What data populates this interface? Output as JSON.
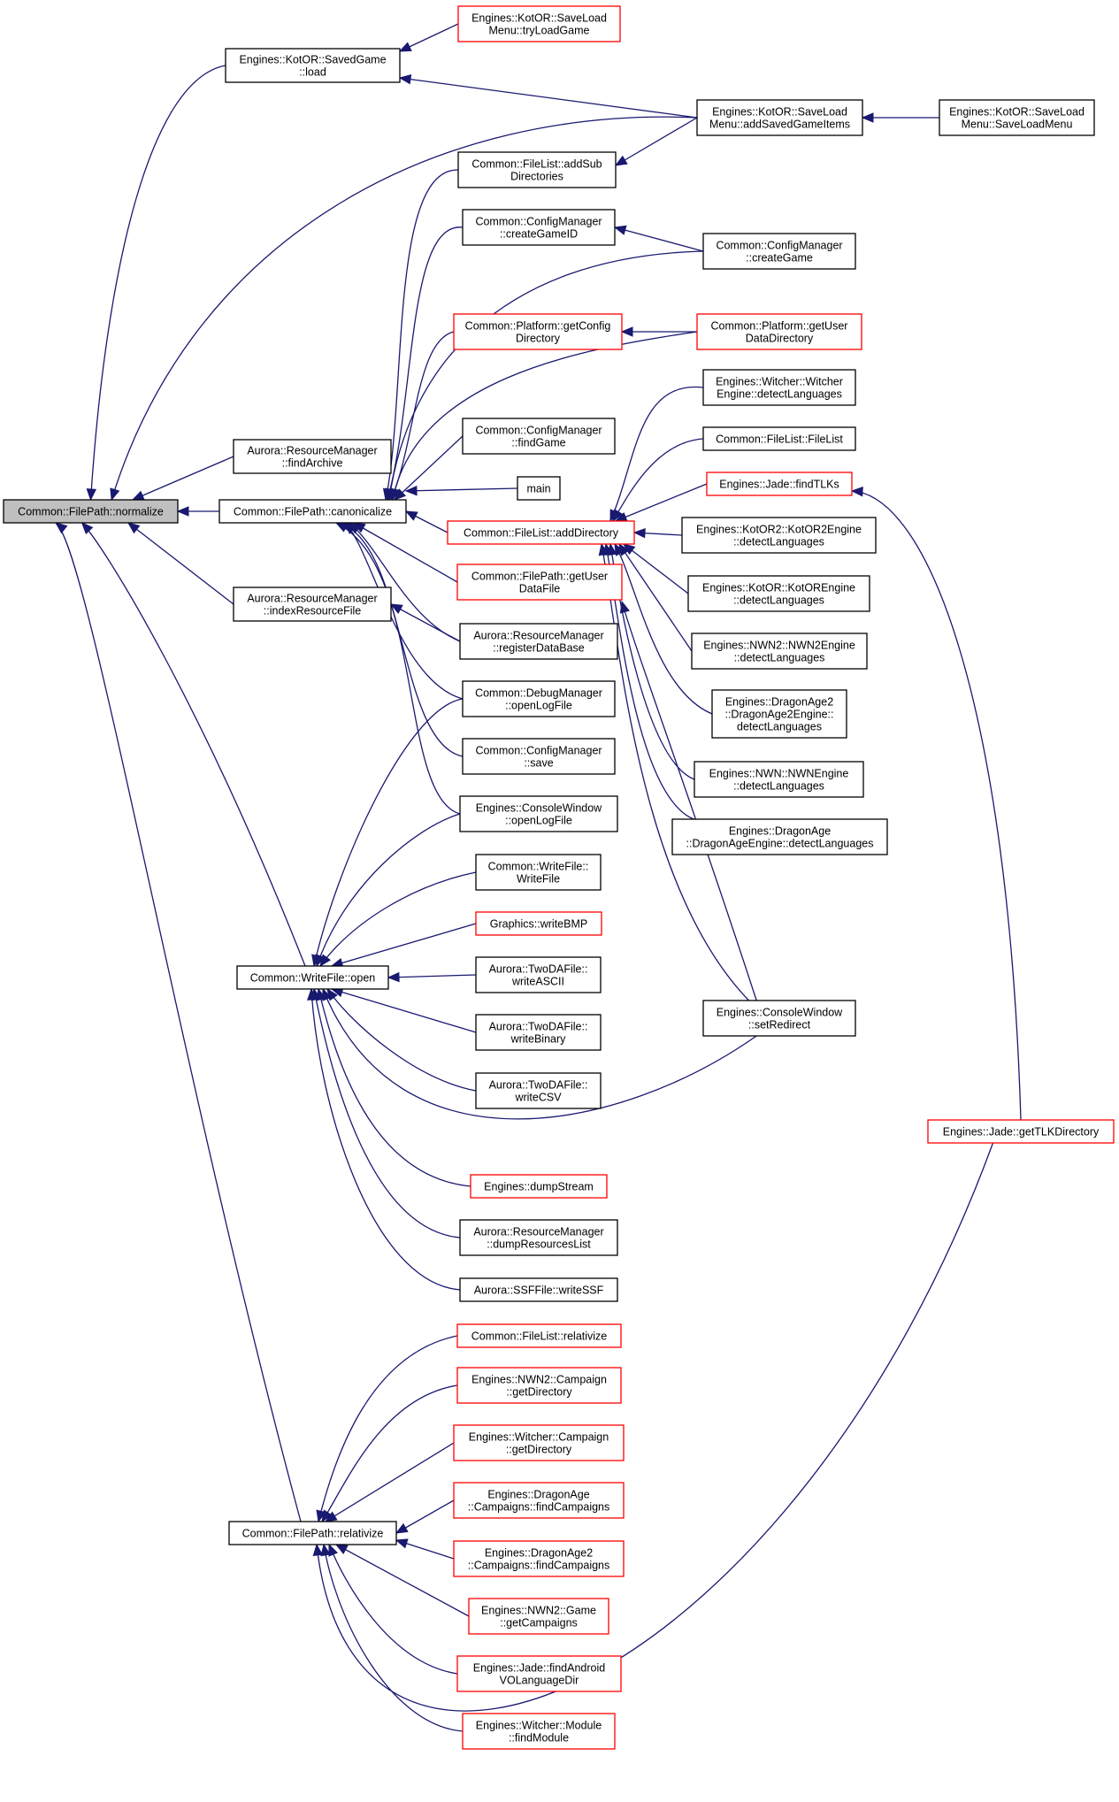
{
  "colors": {
    "edge": "#191970",
    "box_border_default": "#000000",
    "box_border_red": "#ff0000",
    "root_fill": "#bfbfbf"
  },
  "nodes": {
    "normalize": {
      "lines": [
        "Common::FilePath::normalize"
      ],
      "style": "root"
    },
    "savedgame_load": {
      "lines": [
        "Engines::KotOR::SavedGame",
        "::load"
      ],
      "style": "black"
    },
    "findarchive": {
      "lines": [
        "Aurora::ResourceManager",
        "::findArchive"
      ],
      "style": "black"
    },
    "canonicalize": {
      "lines": [
        "Common::FilePath::canonicalize"
      ],
      "style": "black"
    },
    "indexresourcefile": {
      "lines": [
        "Aurora::ResourceManager",
        "::indexResourceFile"
      ],
      "style": "black"
    },
    "writefile_open": {
      "lines": [
        "Common::WriteFile::open"
      ],
      "style": "black"
    },
    "relativize": {
      "lines": [
        "Common::FilePath::relativize"
      ],
      "style": "black"
    },
    "tryloadgame": {
      "lines": [
        "Engines::KotOR::SaveLoad",
        "Menu::tryLoadGame"
      ],
      "style": "red"
    },
    "addsubdirectories": {
      "lines": [
        "Common::FileList::addSub",
        "Directories"
      ],
      "style": "black"
    },
    "creategameid": {
      "lines": [
        "Common::ConfigManager",
        "::createGameID"
      ],
      "style": "black"
    },
    "getconfigdirectory": {
      "lines": [
        "Common::Platform::getConfig",
        "Directory"
      ],
      "style": "red"
    },
    "findgame": {
      "lines": [
        "Common::ConfigManager",
        "::findGame"
      ],
      "style": "black"
    },
    "main": {
      "lines": [
        "main"
      ],
      "style": "black"
    },
    "adddirectory": {
      "lines": [
        "Common::FileList::addDirectory"
      ],
      "style": "red"
    },
    "getuserdatafile": {
      "lines": [
        "Common::FilePath::getUser",
        "DataFile"
      ],
      "style": "red"
    },
    "registerdatabase": {
      "lines": [
        "Aurora::ResourceManager",
        "::registerDataBase"
      ],
      "style": "black"
    },
    "debug_openlogfile": {
      "lines": [
        "Common::DebugManager",
        "::openLogFile"
      ],
      "style": "black"
    },
    "config_save": {
      "lines": [
        "Common::ConfigManager",
        "::save"
      ],
      "style": "black"
    },
    "console_openlogfile": {
      "lines": [
        "Engines::ConsoleWindow",
        "::openLogFile"
      ],
      "style": "black"
    },
    "writefile_ctor": {
      "lines": [
        "Common::WriteFile::",
        "WriteFile"
      ],
      "style": "black"
    },
    "writebmp": {
      "lines": [
        "Graphics::writeBMP"
      ],
      "style": "red"
    },
    "writeascii": {
      "lines": [
        "Aurora::TwoDAFile::",
        "writeASCII"
      ],
      "style": "black"
    },
    "writebinary": {
      "lines": [
        "Aurora::TwoDAFile::",
        "writeBinary"
      ],
      "style": "black"
    },
    "writecsv": {
      "lines": [
        "Aurora::TwoDAFile::",
        "writeCSV"
      ],
      "style": "black"
    },
    "dumpstream": {
      "lines": [
        "Engines::dumpStream"
      ],
      "style": "red"
    },
    "dumpresourceslist": {
      "lines": [
        "Aurora::ResourceManager",
        "::dumpResourcesList"
      ],
      "style": "black"
    },
    "writessf": {
      "lines": [
        "Aurora::SSFFile::writeSSF"
      ],
      "style": "black"
    },
    "filelist_relativize": {
      "lines": [
        "Common::FileList::relativize"
      ],
      "style": "red"
    },
    "nwn2_campaign_getdir": {
      "lines": [
        "Engines::NWN2::Campaign",
        "::getDirectory"
      ],
      "style": "red"
    },
    "witcher_campaign_getdir": {
      "lines": [
        "Engines::Witcher::Campaign",
        "::getDirectory"
      ],
      "style": "red"
    },
    "da_findcampaigns": {
      "lines": [
        "Engines::DragonAge",
        "::Campaigns::findCampaigns"
      ],
      "style": "red"
    },
    "da2_findcampaigns": {
      "lines": [
        "Engines::DragonAge2",
        "::Campaigns::findCampaigns"
      ],
      "style": "red"
    },
    "nwn2_getcampaigns": {
      "lines": [
        "Engines::NWN2::Game",
        "::getCampaigns"
      ],
      "style": "red"
    },
    "findandroidvolang": {
      "lines": [
        "Engines::Jade::findAndroid",
        "VOLanguageDir"
      ],
      "style": "red"
    },
    "findmodule": {
      "lines": [
        "Engines::Witcher::Module",
        "::findModule"
      ],
      "style": "red"
    },
    "addsavedgameitems": {
      "lines": [
        "Engines::KotOR::SaveLoad",
        "Menu::addSavedGameItems"
      ],
      "style": "black"
    },
    "creategame": {
      "lines": [
        "Common::ConfigManager",
        "::createGame"
      ],
      "style": "black"
    },
    "getuserdatadirectory": {
      "lines": [
        "Common::Platform::getUser",
        "DataDirectory"
      ],
      "style": "red"
    },
    "witcher_detectlang": {
      "lines": [
        "Engines::Witcher::Witcher",
        "Engine::detectLanguages"
      ],
      "style": "black"
    },
    "filelist_ctor": {
      "lines": [
        "Common::FileList::FileList"
      ],
      "style": "black"
    },
    "findtlks": {
      "lines": [
        "Engines::Jade::findTLKs"
      ],
      "style": "red"
    },
    "kotor2_detectlang": {
      "lines": [
        "Engines::KotOR2::KotOR2Engine",
        "::detectLanguages"
      ],
      "style": "black"
    },
    "kotor_detectlang": {
      "lines": [
        "Engines::KotOR::KotOREngine",
        "::detectLanguages"
      ],
      "style": "black"
    },
    "nwn2_detectlang": {
      "lines": [
        "Engines::NWN2::NWN2Engine",
        "::detectLanguages"
      ],
      "style": "black"
    },
    "da2_detectlang": {
      "lines": [
        "Engines::DragonAge2",
        "::DragonAge2Engine::",
        "detectLanguages"
      ],
      "style": "black"
    },
    "nwn_detectlang": {
      "lines": [
        "Engines::NWN::NWNEngine",
        "::detectLanguages"
      ],
      "style": "black"
    },
    "da_detectlang": {
      "lines": [
        "Engines::DragonAge",
        "::DragonAgeEngine::detectLanguages"
      ],
      "style": "black"
    },
    "setredirect": {
      "lines": [
        "Engines::ConsoleWindow",
        "::setRedirect"
      ],
      "style": "black"
    },
    "saveloadmenu_ctor": {
      "lines": [
        "Engines::KotOR::SaveLoad",
        "Menu::SaveLoadMenu"
      ],
      "style": "black"
    },
    "gettlkdirectory": {
      "lines": [
        "Engines::Jade::getTLKDirectory"
      ],
      "style": "red"
    }
  }
}
